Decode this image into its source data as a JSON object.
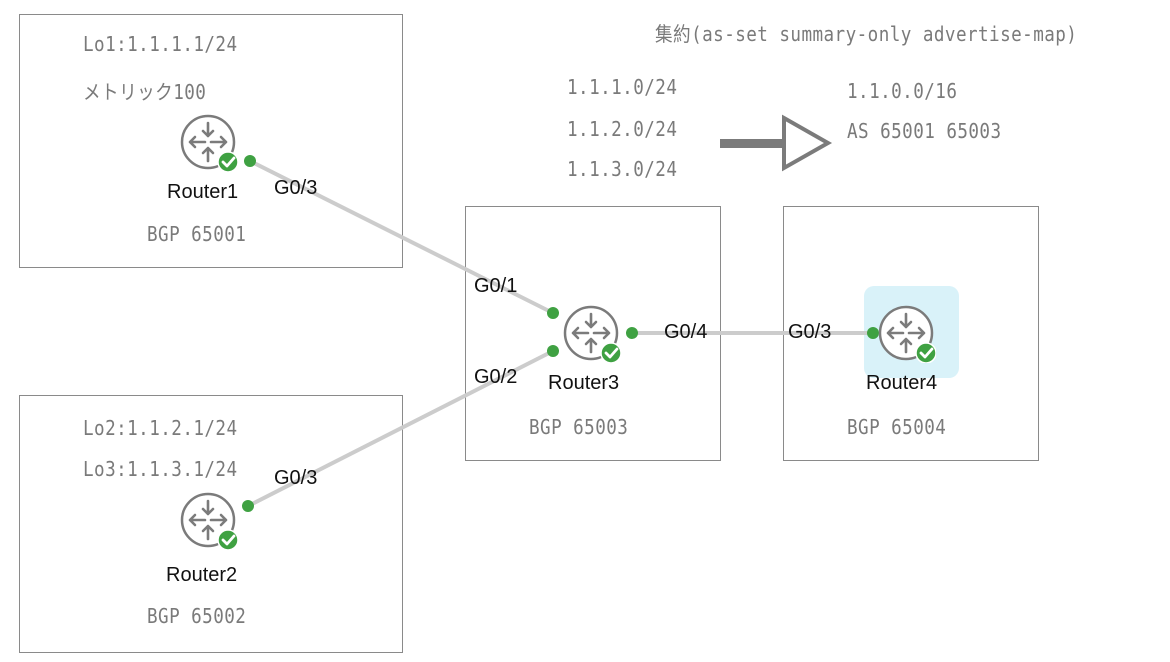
{
  "colors": {
    "link": "#cccccc",
    "port_dot": "#3fa142",
    "status_ok": "#3fa142",
    "router_stroke": "#7b7b7b",
    "note_text": "#7a7a7a",
    "box_border": "#8a8a8a",
    "highlight": "#d9f2f9",
    "arrow": "#7b7b7b"
  },
  "summary": {
    "title": "集約(as-set summary-only advertise-map)",
    "input_prefixes": [
      "1.1.1.0/24",
      "1.1.2.0/24",
      "1.1.3.0/24"
    ],
    "output_prefix": "1.1.0.0/16",
    "output_as_path": "AS 65001 65003",
    "arrow_icon": "hollow-arrow-right-icon"
  },
  "boxes": [
    {
      "id": "r1-box",
      "notes": [
        "Lo1:1.1.1.1/24",
        "メトリック100"
      ],
      "as_label": "BGP 65001"
    },
    {
      "id": "r2-box",
      "notes": [
        "Lo2:1.1.2.1/24",
        "Lo3:1.1.3.1/24"
      ],
      "as_label": "BGP 65002"
    },
    {
      "id": "r3-box",
      "notes": [],
      "as_label": "BGP 65003"
    },
    {
      "id": "r4-box",
      "notes": [],
      "as_label": "BGP 65004"
    }
  ],
  "routers": [
    {
      "name": "Router1",
      "status": "ok",
      "selected": false
    },
    {
      "name": "Router2",
      "status": "ok",
      "selected": false
    },
    {
      "name": "Router3",
      "status": "ok",
      "selected": false
    },
    {
      "name": "Router4",
      "status": "ok",
      "selected": true
    }
  ],
  "links": [
    {
      "from": "Router1",
      "from_port": "G0/3",
      "to": "Router3",
      "to_port": "G0/1"
    },
    {
      "from": "Router2",
      "from_port": "G0/3",
      "to": "Router3",
      "to_port": "G0/2"
    },
    {
      "from": "Router3",
      "from_port": "G0/4",
      "to": "Router4",
      "to_port": "G0/3"
    }
  ]
}
